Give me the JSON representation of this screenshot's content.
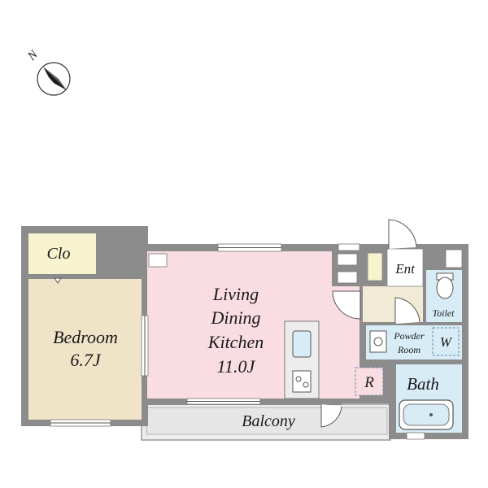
{
  "compass": {
    "north_label": "N",
    "icon": "north-arrow-icon"
  },
  "rooms": {
    "closet": {
      "label": "Clo"
    },
    "bedroom": {
      "label": "Bedroom",
      "size": "6.7J"
    },
    "ldk": {
      "line1": "Living",
      "line2": "Dining",
      "line3": "Kitchen",
      "size": "11.0J"
    },
    "entrance": {
      "label": "Ent"
    },
    "toilet": {
      "label": "Toilet"
    },
    "powder": {
      "line1": "Powder",
      "line2": "Room"
    },
    "washer": {
      "label": "W"
    },
    "refrigerator": {
      "label": "R"
    },
    "bath": {
      "label": "Bath"
    },
    "balcony": {
      "label": "Balcony"
    }
  },
  "colors": {
    "bedroom_fill": "#efe4c8",
    "closet_fill": "#f7f3cf",
    "ldk_fill": "#f9dde2",
    "wet_fill": "#d8ecf6",
    "entrance_fill": "#f1ead4",
    "balcony_fill": "#ededed",
    "wall": "#8c8c8c"
  }
}
